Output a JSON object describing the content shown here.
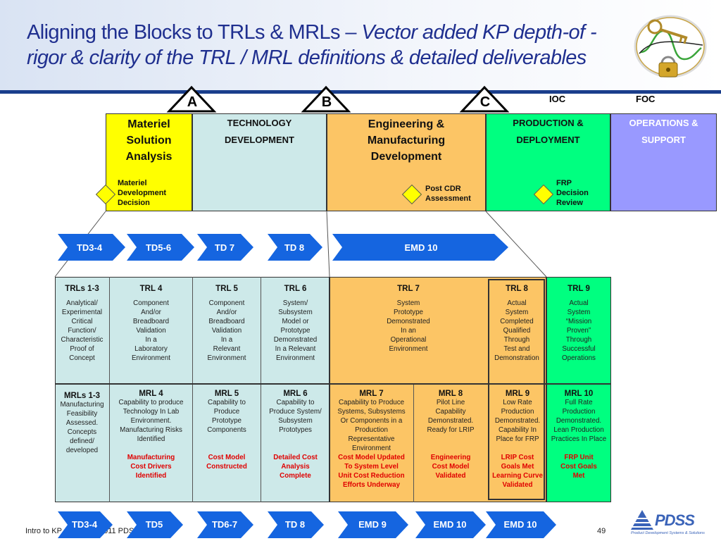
{
  "title": {
    "line1_normal": "Aligning the Blocks to TRLs & MRLs – ",
    "line1_italic": "Vector added KP depth-of -",
    "line2_italic": "rigor & clarity of the TRL / MRL definitions & detailed deliverables"
  },
  "markers": [
    {
      "letter": "A"
    },
    {
      "letter": "B"
    },
    {
      "letter": "C"
    }
  ],
  "top_labels": {
    "ioc": "IOC",
    "foc": "FOC"
  },
  "phases": [
    {
      "label": "Materiel\nSolution\nAnalysis",
      "color": "#ffff00"
    },
    {
      "label": "TECHNOLOGY\nDEVELOPMENT",
      "color": "#cde9e9"
    },
    {
      "label": "Engineering &\nManufacturing\nDevelopment",
      "color": "#fcc565"
    },
    {
      "label": "PRODUCTION &\nDEPLOYMENT",
      "color": "#00ff80"
    },
    {
      "label": "OPERATIONS &\nSUPPORT",
      "color": "#9999ff"
    }
  ],
  "milestones": [
    {
      "label": "Materiel\nDevelopment\nDecision"
    },
    {
      "label": "Post CDR\nAssessment"
    },
    {
      "label": "FRP\nDecision\nReview"
    }
  ],
  "chevrons_top": [
    "TD3-4",
    "TD5-6",
    "TD 7",
    "TD 8",
    "EMD 10"
  ],
  "trl": [
    {
      "head": "TRLs 1-3",
      "desc": "Analytical/\nExperimental\nCritical\nFunction/\nCharacteristic\nProof of\nConcept"
    },
    {
      "head": "TRL 4",
      "desc": "Component\nAnd/or\nBreadboard\nValidation\nIn a\nLaboratory\nEnvironment"
    },
    {
      "head": "TRL 5",
      "desc": "Component\nAnd/or\nBreadboard\nValidation\nIn a\nRelevant\nEnvironment"
    },
    {
      "head": "TRL 6",
      "desc": "System/\nSubsystem\nModel or\nPrototype\nDemonstrated\nIn a Relevant\nEnvironment"
    },
    {
      "head": "TRL 7",
      "desc": "System\nPrototype\nDemonstrated\nIn an\nOperational\nEnvironment"
    },
    {
      "head": "TRL 8",
      "desc": "Actual\nSystem\nCompleted\nQualified\nThrough\nTest and\nDemonstration"
    },
    {
      "head": "TRL 9",
      "desc": "Actual\nSystem\n“Mission\nProven”\nThrough\nSuccessful\nOperations"
    }
  ],
  "mrl": [
    {
      "head": "MRLs 1-3",
      "desc": "Manufacturing\nFeasibility\nAssessed.\nConcepts\ndefined/\ndeveloped",
      "deliverable": ""
    },
    {
      "head": "MRL 4",
      "desc": "Capability to produce\nTechnology In Lab\nEnvironment.\nManufacturing Risks\nIdentified",
      "deliverable": "Manufacturing\nCost Drivers\nIdentified"
    },
    {
      "head": "MRL 5",
      "desc": "Capability to\nProduce\nPrototype\nComponents",
      "deliverable": "Cost Model\nConstructed"
    },
    {
      "head": "MRL 6",
      "desc": "Capability to\nProduce System/\nSubsystem\nPrototypes",
      "deliverable": "Detailed Cost\nAnalysis\nComplete"
    },
    {
      "head": "MRL 7",
      "desc": "Capability to Produce\nSystems, Subsystems\nOr Components in a\nProduction\nRepresentative\nEnvironment",
      "deliverable": "Cost Model Updated\nTo System Level\nUnit Cost Reduction\nEfforts Underway"
    },
    {
      "head": "MRL 8",
      "desc": "Pilot Line\nCapability\nDemonstrated.\nReady for LRIP",
      "deliverable": "Engineering\nCost Model\nValidated"
    },
    {
      "head": "MRL 9",
      "desc": "Low Rate\nProduction\nDemonstrated.\nCapability In\nPlace for FRP",
      "deliverable": "LRIP Cost\nGoals Met\nLearning Curve\nValidated"
    },
    {
      "head": "MRL 10",
      "desc": "Full Rate\nProduction\nDemonstrated.\nLean Production\nPractices In Place",
      "deliverable": "FRP Unit\nCost Goals\nMet"
    }
  ],
  "chevrons_bottom": [
    "TD3-4",
    "TD5",
    "TD6-7",
    "TD 8",
    "EMD 9",
    "EMD 10",
    "EMD 10"
  ],
  "footer": {
    "left": "Intro to KP Copyright 2011 PDSS Inc",
    "page": "49"
  },
  "logo_text": {
    "brand": "PDSS",
    "tagline": "Product Development Systems & Solutions"
  },
  "colors": {
    "title": "#1f2f8f",
    "chevron": "#1565e0",
    "deliverable": "#e00000",
    "header_rule": "#1a3e8c"
  }
}
